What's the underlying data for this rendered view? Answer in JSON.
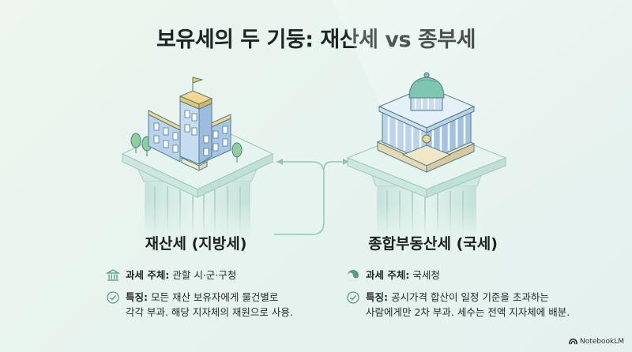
{
  "title": "보유세의 두 기둥: 재산세 vs 종부세",
  "left": {
    "heading": "재산세 (지방세)",
    "subject_label": "과세 주체:",
    "subject_value": "관할 시·군·구청",
    "feature_label": "특징:",
    "feature_line1": "모든 재산 보유자에게 물건별로",
    "feature_line2": "각각 부과. 해당 지자체의 재원으로 사용."
  },
  "right": {
    "heading": "종합부동산세 (국세)",
    "subject_label": "과세 주체:",
    "subject_value": "국세청",
    "feature_label": "특징:",
    "feature_line1": "공시가격 합산이 일정 기준을 초과하는",
    "feature_line2": "사람에게만 2차 부과. 세수는 전액 지자체에 배분."
  },
  "brand": "NotebookLM",
  "colors": {
    "background": "#e7f3ee",
    "pillar": "#d4ebe6",
    "accent_teal": "#6aa89a",
    "roof_yellow": "#f2d78c",
    "building_blue": "#b9d3ee"
  }
}
